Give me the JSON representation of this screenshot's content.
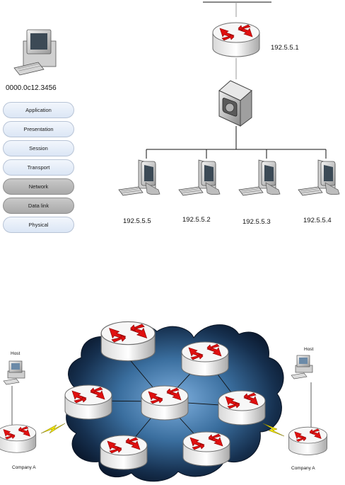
{
  "top_diagram": {
    "host_address": "0000.0c12.3456",
    "router_address": "192.5.5.1",
    "workstations": [
      "192.5.5.5",
      "192.5.5.2",
      "192.5.5.3",
      "192.5.5.4"
    ]
  },
  "osi_layers": [
    {
      "label": "Application",
      "highlight": false
    },
    {
      "label": "Presentation",
      "highlight": false
    },
    {
      "label": "Session",
      "highlight": false
    },
    {
      "label": "Transport",
      "highlight": false
    },
    {
      "label": "Network",
      "highlight": true
    },
    {
      "label": "Data link",
      "highlight": true
    },
    {
      "label": "Physical",
      "highlight": false
    }
  ],
  "bottom_diagram": {
    "left_host_label": "Host",
    "right_host_label": "Host",
    "left_site_label": "Company A",
    "right_site_label": "Company A"
  },
  "colors": {
    "router_arrows": "#e01010",
    "cloud_dark": "#0b1c33",
    "cloud_light": "#6fa3d6",
    "wan_bolt": "#f2e600",
    "osi_highlight": "#b5b5b5",
    "osi_normal": "#dde7f5"
  }
}
